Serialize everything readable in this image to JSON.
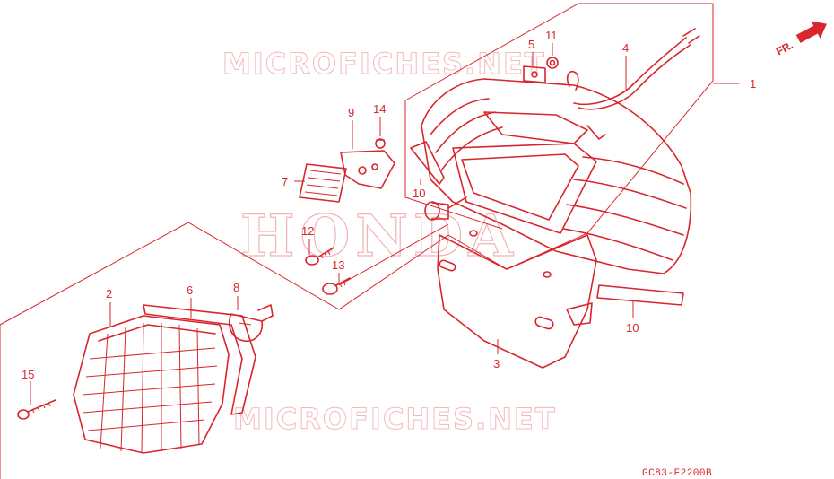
{
  "watermarks": {
    "site_top": "MICROFICHES.NET",
    "site_bottom": "MICROFICHES.NET",
    "brand": "HONDA"
  },
  "direction_label": "FR.",
  "diagram_code": "GC83-F2200B",
  "callouts": [
    {
      "id": "1",
      "label": "1"
    },
    {
      "id": "2",
      "label": "2"
    },
    {
      "id": "3",
      "label": "3"
    },
    {
      "id": "4",
      "label": "4"
    },
    {
      "id": "5",
      "label": "5"
    },
    {
      "id": "6",
      "label": "6"
    },
    {
      "id": "7",
      "label": "7"
    },
    {
      "id": "8",
      "label": "8"
    },
    {
      "id": "9",
      "label": "9"
    },
    {
      "id": "10a",
      "label": "10"
    },
    {
      "id": "10b",
      "label": "10"
    },
    {
      "id": "11",
      "label": "11"
    },
    {
      "id": "12",
      "label": "12"
    },
    {
      "id": "13",
      "label": "13"
    },
    {
      "id": "14",
      "label": "14"
    },
    {
      "id": "15",
      "label": "15"
    }
  ],
  "colors": {
    "ink": "#d8262d",
    "watermark": "#f3b9bc"
  }
}
